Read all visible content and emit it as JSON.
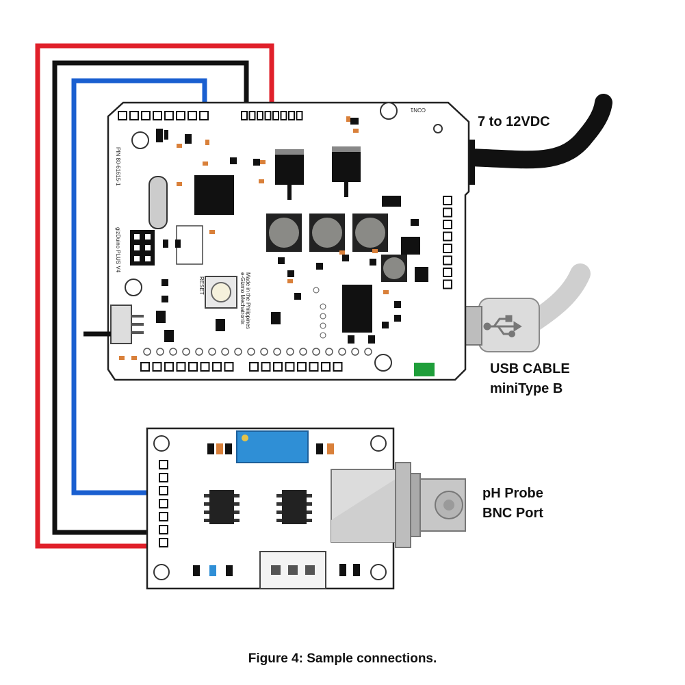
{
  "labels": {
    "power": "7 to 12VDC",
    "usb_line1": "USB CABLE",
    "usb_line2": "miniType B",
    "probe_line1": "pH Probe",
    "probe_line2": "BNC Port"
  },
  "caption": "Figure 4: Sample connections.",
  "board": {
    "silk_reset": "RESET",
    "silk_pin": "PIN 80-61615-1",
    "silk_name": "gizDuino PLUS V4",
    "silk_maker": "e-Gizmo Mechatronix",
    "silk_made": "Made in the Philippines",
    "silk_con": "CON1"
  },
  "colors": {
    "red_wire": "#e0202a",
    "black_wire": "#111111",
    "blue_wire": "#1a5fd0",
    "board_fill": "#ffffff",
    "board_outline": "#222222"
  }
}
